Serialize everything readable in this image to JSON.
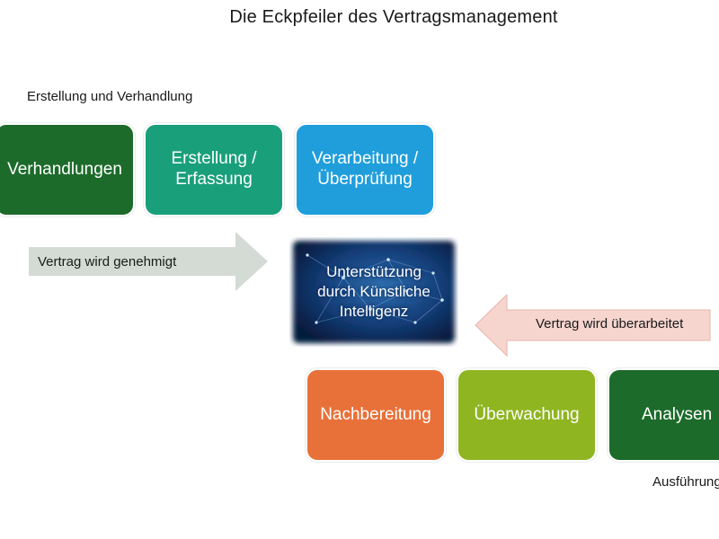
{
  "title": "Die Eckpfeiler des Vertragsmanagement",
  "sections": {
    "top_label": "Erstellung und Verhandlung",
    "bottom_label": "Ausführung"
  },
  "top_boxes": [
    {
      "label": "Verhandlungen",
      "color": "#1d6b2b"
    },
    {
      "label": "Erstellung / Erfassung",
      "color": "#19a07a"
    },
    {
      "label": "Verarbeitung / Überprüfung",
      "color": "#1f9edb"
    }
  ],
  "center": {
    "label": "Unterstützung durch Künstliche Intelligenz"
  },
  "arrows": {
    "approved": {
      "label": "Vertrag wird genehmigt",
      "color": "#d3dbd4"
    },
    "revised": {
      "label": "Vertrag wird überarbeitet",
      "color": "#f6d5cf"
    }
  },
  "bottom_boxes": [
    {
      "label": "Nachbereitung",
      "color": "#e8713a"
    },
    {
      "label": "Überwachung",
      "color": "#8fb521"
    },
    {
      "label": "Analysen",
      "color": "#1d6b2b"
    }
  ]
}
